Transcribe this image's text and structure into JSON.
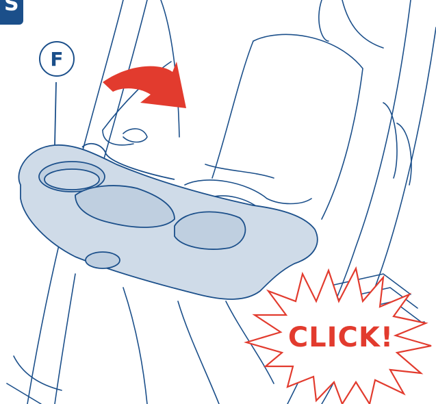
{
  "step_badge": "S",
  "part_label": "F",
  "sound_effect": "CLICK!",
  "colors": {
    "line": "#1b4f8a",
    "tray_fill": "#cfdbe8",
    "arrow": "#e23b2e",
    "badge": "#1b4f8a"
  },
  "icons": [
    "rotation-arrow-icon",
    "click-burst-icon"
  ]
}
